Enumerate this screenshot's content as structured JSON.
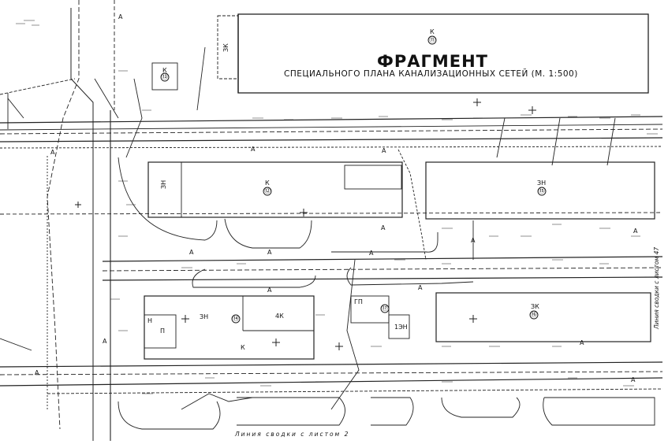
{
  "title": {
    "main": "ФРАГМЕНТ",
    "sub": "СПЕЦИАЛЬНОГО ПЛАНА КАНАЛИЗАЦИОННЫХ СЕТЕЙ (М. 1:500)"
  },
  "buildings": {
    "top": {
      "number": "⑪",
      "type": "К"
    },
    "top_left_annex": "ЗК",
    "small_top": {
      "type": "К",
      "number": "⑬"
    },
    "center": {
      "type": "К",
      "number": "⑫",
      "annex": "ЗН"
    },
    "right_top": {
      "type": "ЗН",
      "number": "⑮"
    },
    "bottom_left": {
      "a": "ЗН",
      "number": "⑭",
      "b": "4К",
      "c": "К",
      "d": "Н",
      "e": "П"
    },
    "bottom_mid": {
      "a": "ГП",
      "number": "⑰",
      "b": "1ЭН"
    },
    "bottom_right": {
      "type": "ЗК",
      "number": "⑯"
    }
  },
  "area_marks": [
    "А",
    "А",
    "А",
    "А",
    "А",
    "А",
    "А",
    "А",
    "А",
    "А",
    "А",
    "А",
    "А",
    "А",
    "А",
    "А"
  ],
  "side_note": "Линия сводки с листом 47",
  "bottom_note": "Линия сводки с листом 2"
}
